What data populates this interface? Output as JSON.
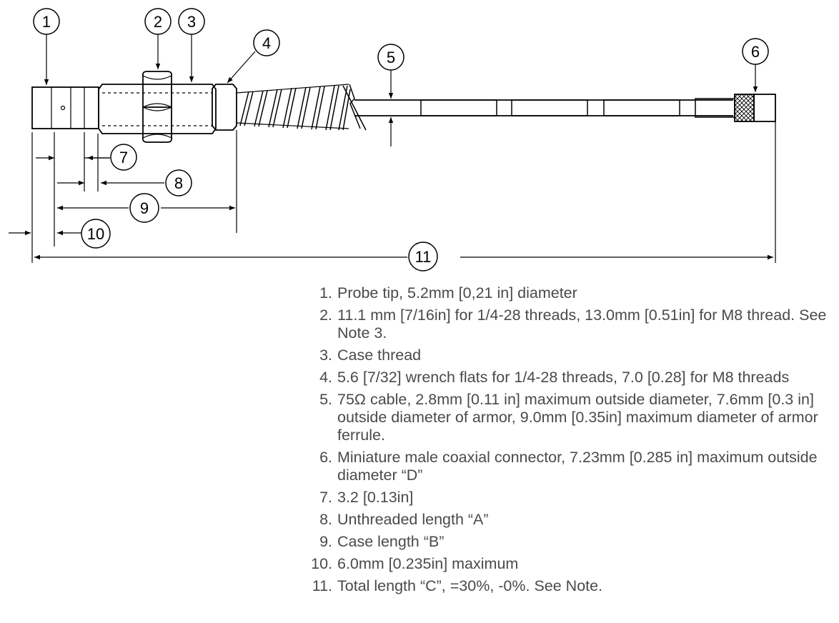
{
  "callouts": [
    "1",
    "2",
    "3",
    "4",
    "5",
    "6",
    "7",
    "8",
    "9",
    "10",
    "11"
  ],
  "notes": [
    {
      "num": "1.",
      "text": "Probe tip, 5.2mm [0,21 in] diameter"
    },
    {
      "num": "2.",
      "text": "11.1 mm [7/16in] for 1/4-28 threads, 13.0mm [0.51in] for M8 thread. See Note 3."
    },
    {
      "num": "3.",
      "text": "Case thread"
    },
    {
      "num": "4.",
      "text": "5.6 [7/32] wrench flats for 1/4-28 threads, 7.0 [0.28] for M8 threads"
    },
    {
      "num": "5.",
      "text": "75Ω  cable, 2.8mm [0.11 in] maximum outside diameter, 7.6mm [0.3 in] outside diameter of armor, 9.0mm [0.35in] maximum diameter of armor ferrule."
    },
    {
      "num": "6.",
      "text": "Miniature male coaxial connector, 7.23mm [0.285 in] maximum outside diameter “D”"
    },
    {
      "num": "7.",
      "text": "3.2 [0.13in]"
    },
    {
      "num": "8.",
      "text": "Unthreaded length “A”"
    },
    {
      "num": "9.",
      "text": "Case length “B”"
    },
    {
      "num": "10.",
      "text": "6.0mm [0.235in] maximum"
    },
    {
      "num": "11.",
      "text": "Total length “C”, =30%, -0%. See Note."
    }
  ]
}
